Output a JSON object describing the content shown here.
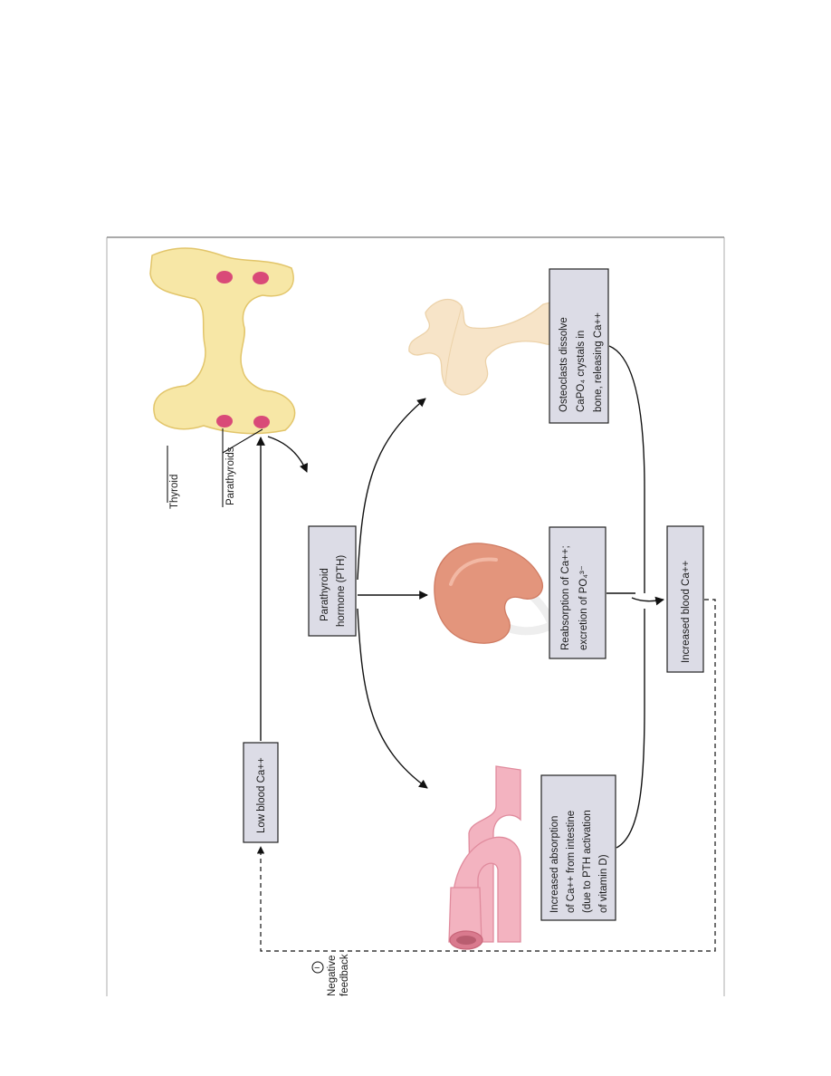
{
  "labels": {
    "thyroid": "Thyroid",
    "parathyroids": "Parathyroids",
    "low_blood_ca": "Low blood Ca++",
    "pth": [
      "Parathyroid",
      "hormone (PTH)"
    ],
    "bone": [
      "Osteoclasts dissolve",
      "CaPO₄ crystals in",
      "bone, releasing Ca++"
    ],
    "kidney": [
      "Reabsorption of Ca++;",
      "excretion of PO₄³⁻"
    ],
    "intestine": [
      "Increased absorption",
      "of Ca++ from intestine",
      "(due to PTH activation",
      "of vitamin D)"
    ],
    "increased_blood_ca": "Increased blood Ca++",
    "negative_feedback": [
      "Negative",
      "feedback"
    ],
    "feedback_sign": "−"
  },
  "colors": {
    "box_fill": "#dcdce6",
    "thyroid": "#f7e7a6",
    "parathyroid": "#d94a78",
    "kidney": "#e3957c",
    "intestine": "#f3b3c0",
    "bone": "#f7e4c8"
  },
  "icons": [
    "thyroid-gland-icon",
    "kidney-icon",
    "intestine-icon",
    "bone-icon"
  ]
}
